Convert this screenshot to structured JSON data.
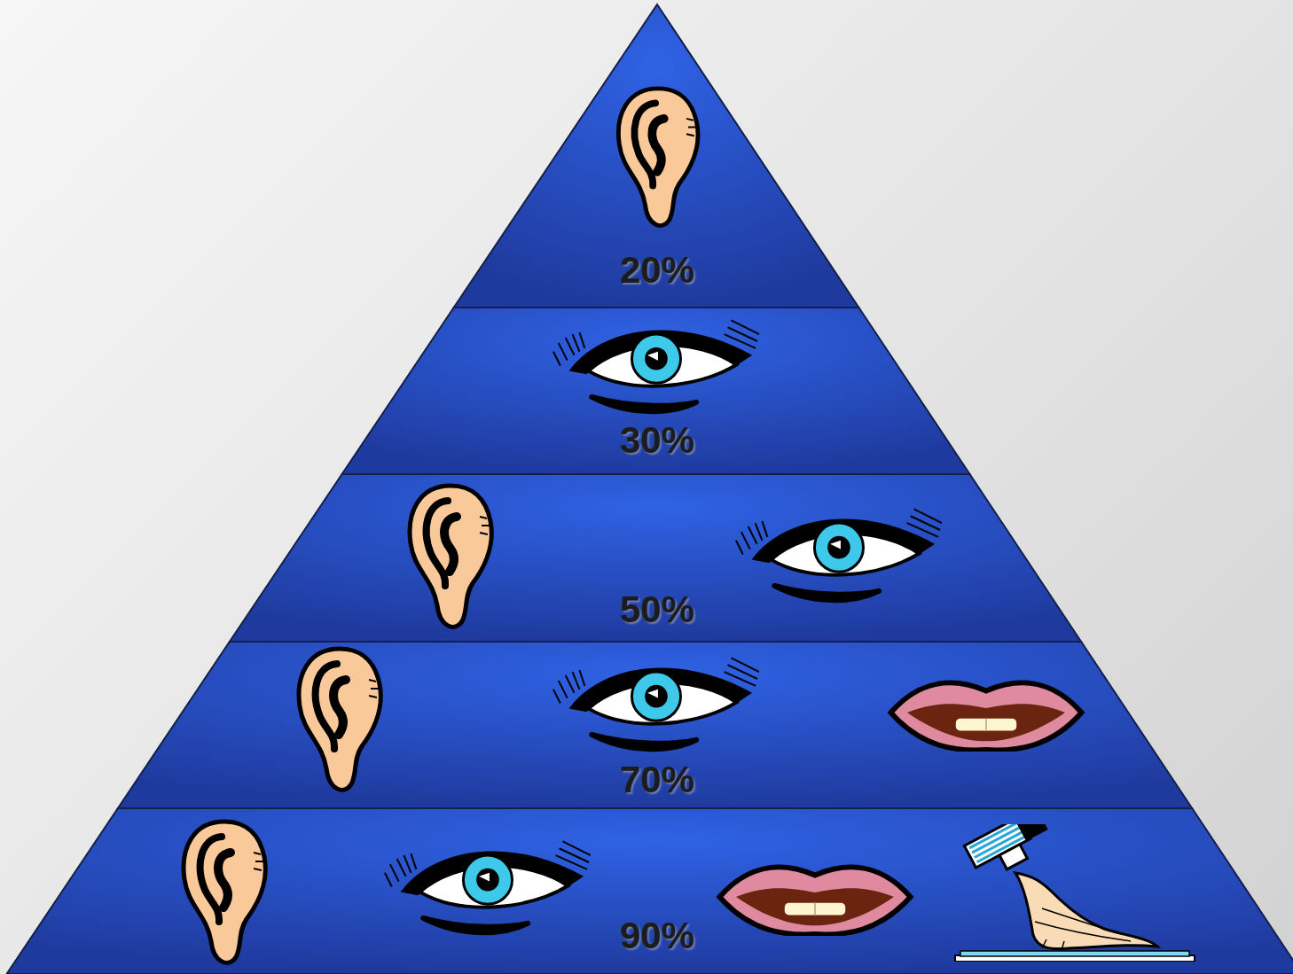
{
  "diagram": {
    "nodes": [
      {
        "text": [
          "20%"
        ]
      },
      {
        "text": [
          "30%"
        ]
      },
      {
        "text": [
          "50%"
        ]
      },
      {
        "text": [
          "70%"
        ]
      },
      {
        "text": [
          "90%"
        ]
      }
    ]
  }
}
